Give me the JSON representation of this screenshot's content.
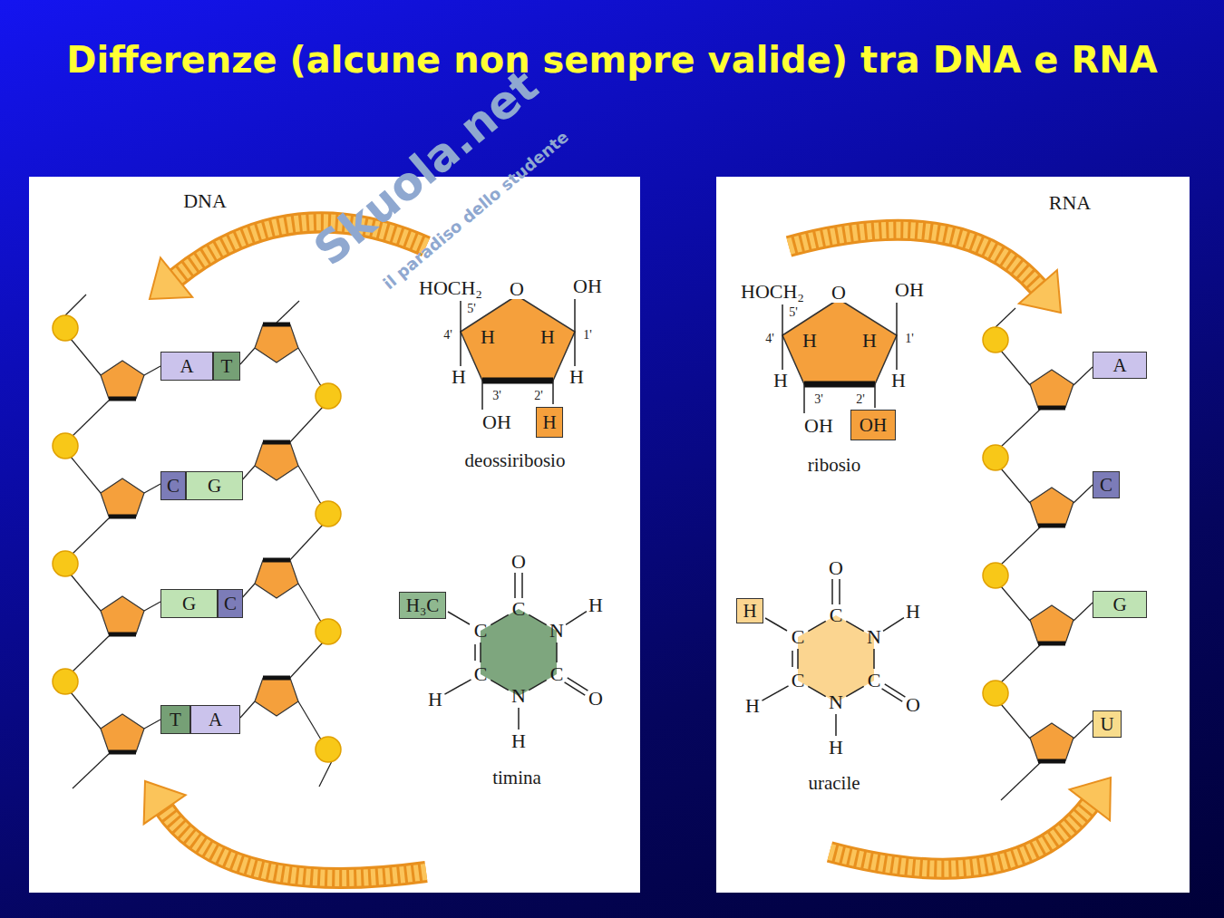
{
  "diagram": {
    "title": "Differenze (alcune non sempre valide) tra DNA e RNA",
    "nodes": [
      {
        "text": [
          "DNA"
        ]
      },
      {
        "text": [
          "A"
        ],
        "in": 0
      },
      {
        "text": [
          "T"
        ],
        "in": 0
      },
      {
        "text": [
          "C"
        ],
        "in": 0
      },
      {
        "text": [
          "G"
        ],
        "in": 0
      },
      {
        "text": [
          "G"
        ],
        "in": 0
      },
      {
        "text": [
          "C"
        ],
        "in": 0
      },
      {
        "text": [
          "T"
        ],
        "in": 0
      },
      {
        "text": [
          "A"
        ],
        "in": 0
      },
      {
        "text": [
          "H"
        ],
        "in": 0
      },
      {
        "text": [
          "H₃C"
        ],
        "in": 0
      },
      {
        "text": [
          "RNA"
        ]
      },
      {
        "text": [
          "OH"
        ],
        "in": 11
      },
      {
        "text": [
          "H"
        ],
        "in": 11
      },
      {
        "text": [
          "A"
        ],
        "in": 11
      },
      {
        "text": [
          "C"
        ],
        "in": 11
      },
      {
        "text": [
          "G"
        ],
        "in": 11
      },
      {
        "text": [
          "U"
        ],
        "in": 11
      }
    ],
    "labels": [
      "HOCH₂",
      "O",
      "OH",
      "5'",
      "4'",
      "H",
      "H",
      "1'",
      "H",
      "H",
      "3'",
      "2'",
      "OH",
      "deossiribosio",
      "O",
      "C",
      "N",
      "H",
      "C",
      "O",
      "N",
      "H",
      "C",
      "C",
      "H",
      "timina",
      "HOCH₂",
      "O",
      "OH",
      "5'",
      "4'",
      "H",
      "H",
      "1'",
      "H",
      "H",
      "3'",
      "2'",
      "OH",
      "ribosio",
      "O",
      "C",
      "N",
      "H",
      "C",
      "O",
      "N",
      "H",
      "C",
      "C",
      "H",
      "uracile",
      "Skuola.net",
      "il paradiso dello studente"
    ]
  }
}
